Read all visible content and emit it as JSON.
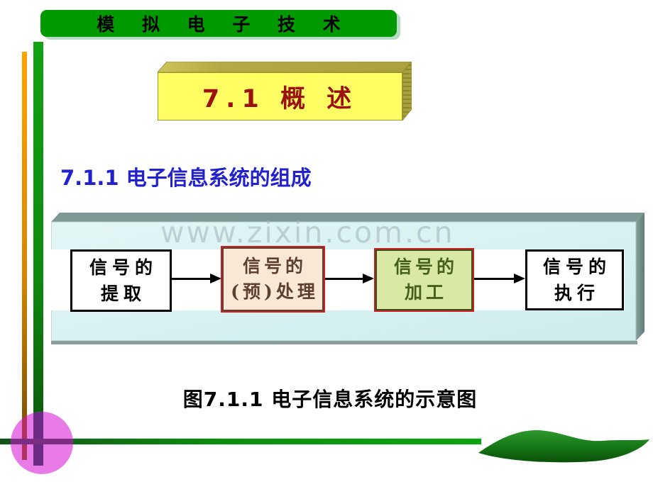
{
  "slide": {
    "banner": {
      "label": "模 拟 电 子 技 术"
    },
    "section_box": {
      "label": "7.1 概 述"
    },
    "heading": {
      "label": "7.1.1  电子信息系统的组成"
    },
    "diagram": {
      "watermark": "www.zixin.com.cn",
      "blocks": [
        {
          "line1": "信号的",
          "line2": "提取",
          "variant": "plain"
        },
        {
          "line1": "信号的",
          "line2": "(预)处理",
          "variant": "peach"
        },
        {
          "line1": "信号的",
          "line2": "加工",
          "variant": "green"
        },
        {
          "line1": "信号的",
          "line2": "执行",
          "variant": "plain"
        }
      ],
      "caption": "图7.1.1 电子信息系统的示意图"
    },
    "colors": {
      "banner_green": "#009a00",
      "section_box_yellow": "#ffff63",
      "section_box_olive": "#afa83e",
      "section_title_red": "#9b1010",
      "heading_blue": "#2121ce",
      "panel_cyan": "#d9f1f1",
      "panel_gray": "#7e9896",
      "block_peach_fill": "#fae7d5",
      "block_peach_border": "#5e4030",
      "block_green_fill": "#d9e8a5",
      "block_green_text": "#44601c",
      "block_red_border": "#ce2020",
      "circle_violet": "#e97be9",
      "line_green": "#0fa30f",
      "line_orange": "#ffa300",
      "leaf_green": "#0a500a"
    }
  }
}
